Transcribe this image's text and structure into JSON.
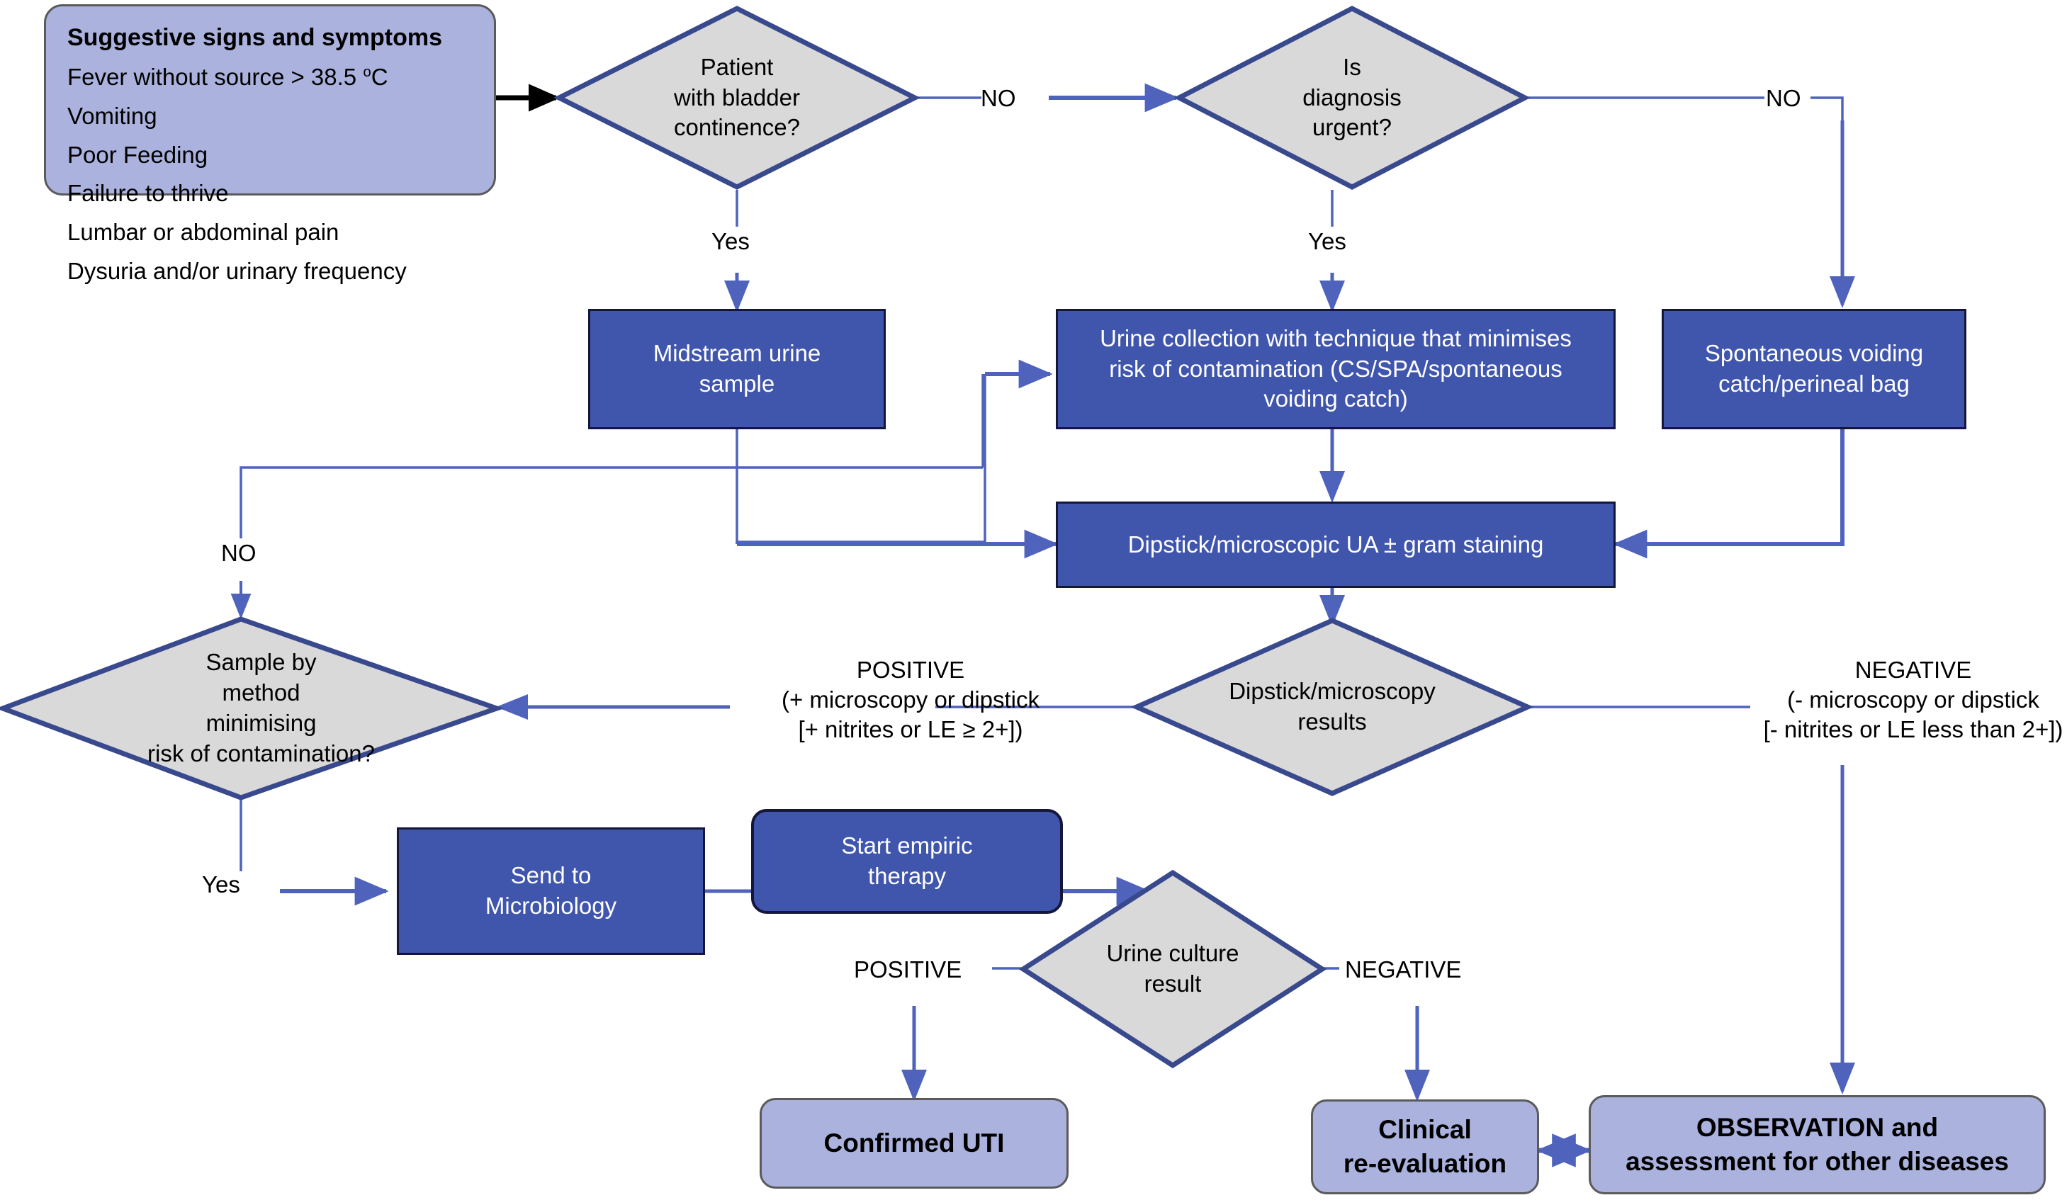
{
  "title": "Urinary tract infection diagnostic flowchart",
  "colors": {
    "process_fill": "#4055ac",
    "process_border": "#14163a",
    "terminal_fill": "#aab2dd",
    "terminal_border": "#5a5a5a",
    "decision_fill": "#d9d9d9",
    "decision_border": "#39498e",
    "edge": "#4f63bd",
    "edge_thin": "#6a7ccc",
    "arrow_black": "#000000"
  },
  "symptoms_box": {
    "title": "Suggestive signs and symptoms",
    "items": [
      "Fever without source > 38.5 °C",
      "Vomiting",
      "Poor Feeding",
      "Failure to thrive",
      "Lumbar or abdominal pain",
      "Dysuria and/or urinary frequency"
    ],
    "fever_prefix": "Fever without source > 38.5 ",
    "fever_degree": "o",
    "fever_suffix": "C"
  },
  "decisions": {
    "bladder_continence": "Patient\nwith bladder\ncontinence?",
    "diagnosis_urgent": "Is\ndiagnosis\nurgent?",
    "sample_method": "Sample by\nmethod\nminimising\nrisk of contamination?",
    "dipstick_results": "Dipstick/microscopy\nresults",
    "urine_culture": "Urine culture\nresult"
  },
  "processes": {
    "midstream": "Midstream urine\nsample",
    "urine_collection": "Urine collection with technique that minimises\nrisk of contamination (CS/SPA/spontaneous\nvoiding catch)",
    "spontaneous_voiding": "Spontaneous voiding\ncatch/perineal bag",
    "dipstick_ua": "Dipstick/microscopic UA ± gram staining",
    "send_microbiology": "Send to\nMicrobiology",
    "empiric_therapy": "Start empiric\ntherapy"
  },
  "terminals": {
    "confirmed_uti": "Confirmed UTI",
    "clinical_reevaluation": "Clinical\nre-evaluation",
    "observation": "OBSERVATION and\nassessment for other diseases"
  },
  "edge_labels": {
    "no_bladder": "NO",
    "yes_bladder": "Yes",
    "no_urgent": "NO",
    "yes_urgent": "Yes",
    "no_sample_method": "NO",
    "yes_sample_method": "Yes",
    "positive_dipstick": "POSITIVE\n(+ microscopy or dipstick\n[+ nitrites or LE ≥ 2+])",
    "negative_dipstick": "NEGATIVE\n(- microscopy or dipstick\n[- nitrites or LE less than 2+])",
    "positive_culture": "POSITIVE",
    "negative_culture": "NEGATIVE"
  }
}
